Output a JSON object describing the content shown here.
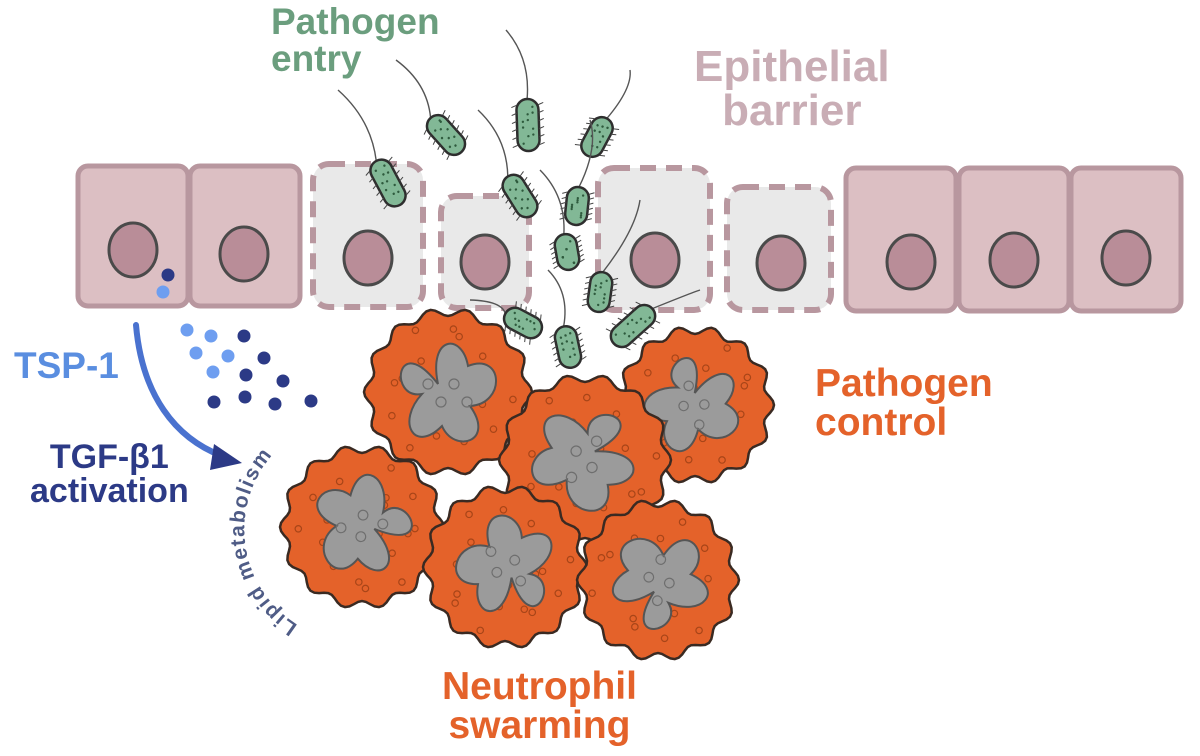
{
  "labels": {
    "pathogen_entry": [
      "Pathogen",
      "entry"
    ],
    "epithelial_barrier": [
      "Epithelial",
      "barrier"
    ],
    "tsp1": "TSP-1",
    "tgf_activation": [
      "TGF-β1",
      "activation"
    ],
    "lipid_metabolism": "Lipid metabolism",
    "pathogen_control": [
      "Pathogen",
      "control"
    ],
    "neutrophil_swarming": [
      "Neutrophil",
      "swarming"
    ]
  },
  "colors": {
    "pathogen_green": "#6b9e7e",
    "bacteria_fill": "#82b896",
    "epithelial_label": "#c9adb5",
    "cell_fill": "#dcbfc3",
    "cell_border": "#b8979f",
    "nucleus_fill": "#b98d98",
    "damaged_cell_fill": "#e9e9e9",
    "tsp1_blue": "#5a8ee0",
    "tgf_navy": "#2c3a86",
    "lipid_slate": "#4f5c86",
    "neutrophil_orange": "#e4622a",
    "neutrophil_nucleus": "#9b9b9b"
  }
}
